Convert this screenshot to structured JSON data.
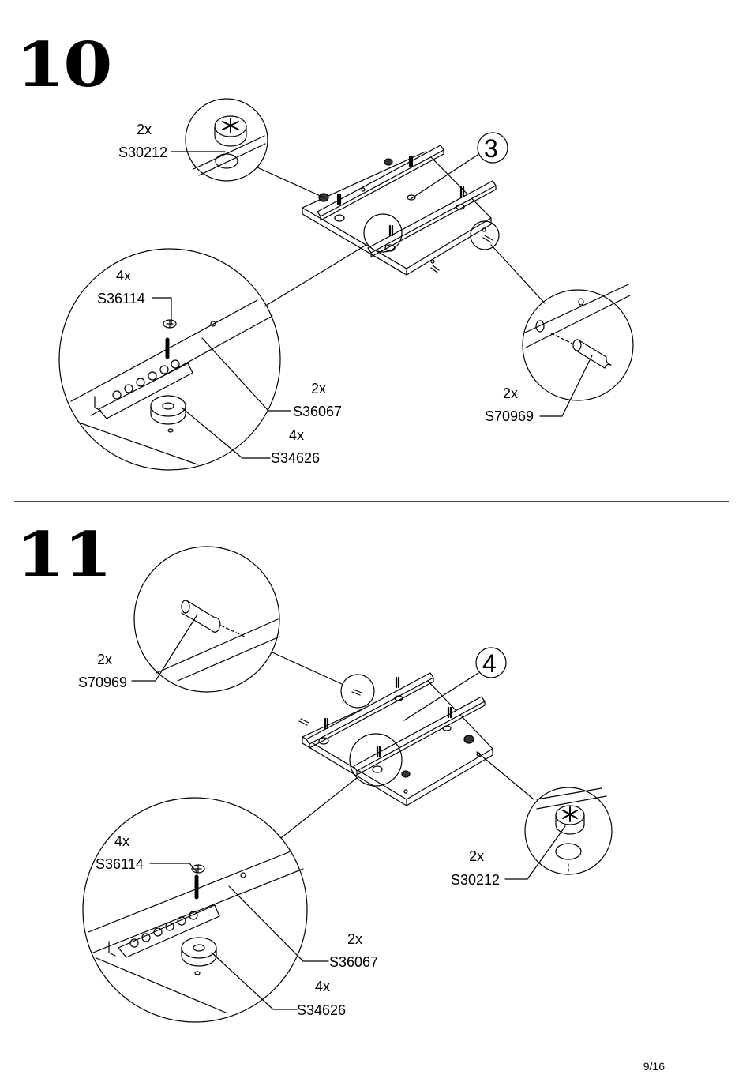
{
  "steps": [
    {
      "number": "10",
      "assembly_part": "3",
      "callouts": {
        "cam_lock": {
          "qty": "2x",
          "code": "S30212"
        },
        "screw": {
          "qty": "4x",
          "code": "S36114"
        },
        "rail": {
          "qty": "2x",
          "code": "S36067"
        },
        "spacer": {
          "qty": "4x",
          "code": "S34626"
        },
        "dowel": {
          "qty": "2x",
          "code": "S70969"
        }
      }
    },
    {
      "number": "11",
      "assembly_part": "4",
      "callouts": {
        "dowel": {
          "qty": "2x",
          "code": "S70969"
        },
        "screw": {
          "qty": "4x",
          "code": "S36114"
        },
        "rail": {
          "qty": "2x",
          "code": "S36067"
        },
        "spacer": {
          "qty": "4x",
          "code": "S34626"
        },
        "cam_lock": {
          "qty": "2x",
          "code": "S30212"
        }
      }
    }
  ],
  "page": "9/16"
}
